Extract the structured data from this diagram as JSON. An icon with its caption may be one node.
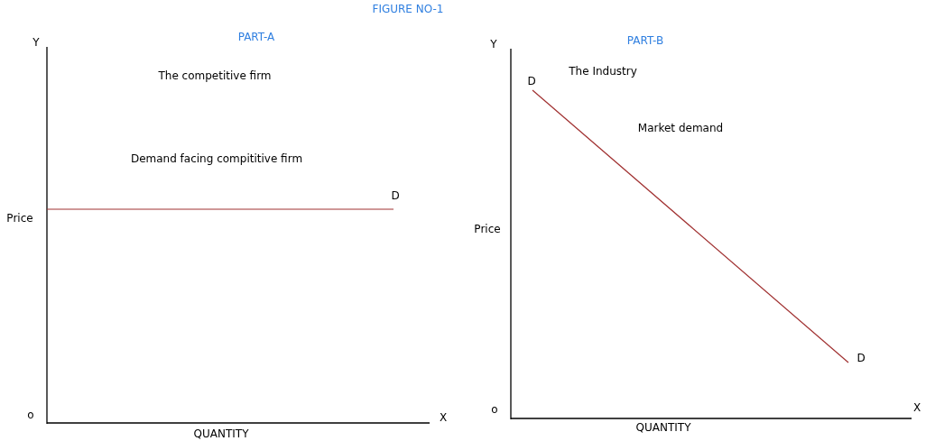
{
  "diagram": {
    "title": "FIGURE NO-1",
    "labels": [
      "PART-A",
      "Y",
      "The competitive firm",
      "Demand facing compititive firm",
      "D",
      "Price",
      "o",
      "X",
      "QUANTITY",
      "PART-B",
      "Y",
      "D",
      "The Industry",
      "Market demand",
      "Price",
      "D",
      "o",
      "X",
      "QUANTITY"
    ]
  }
}
